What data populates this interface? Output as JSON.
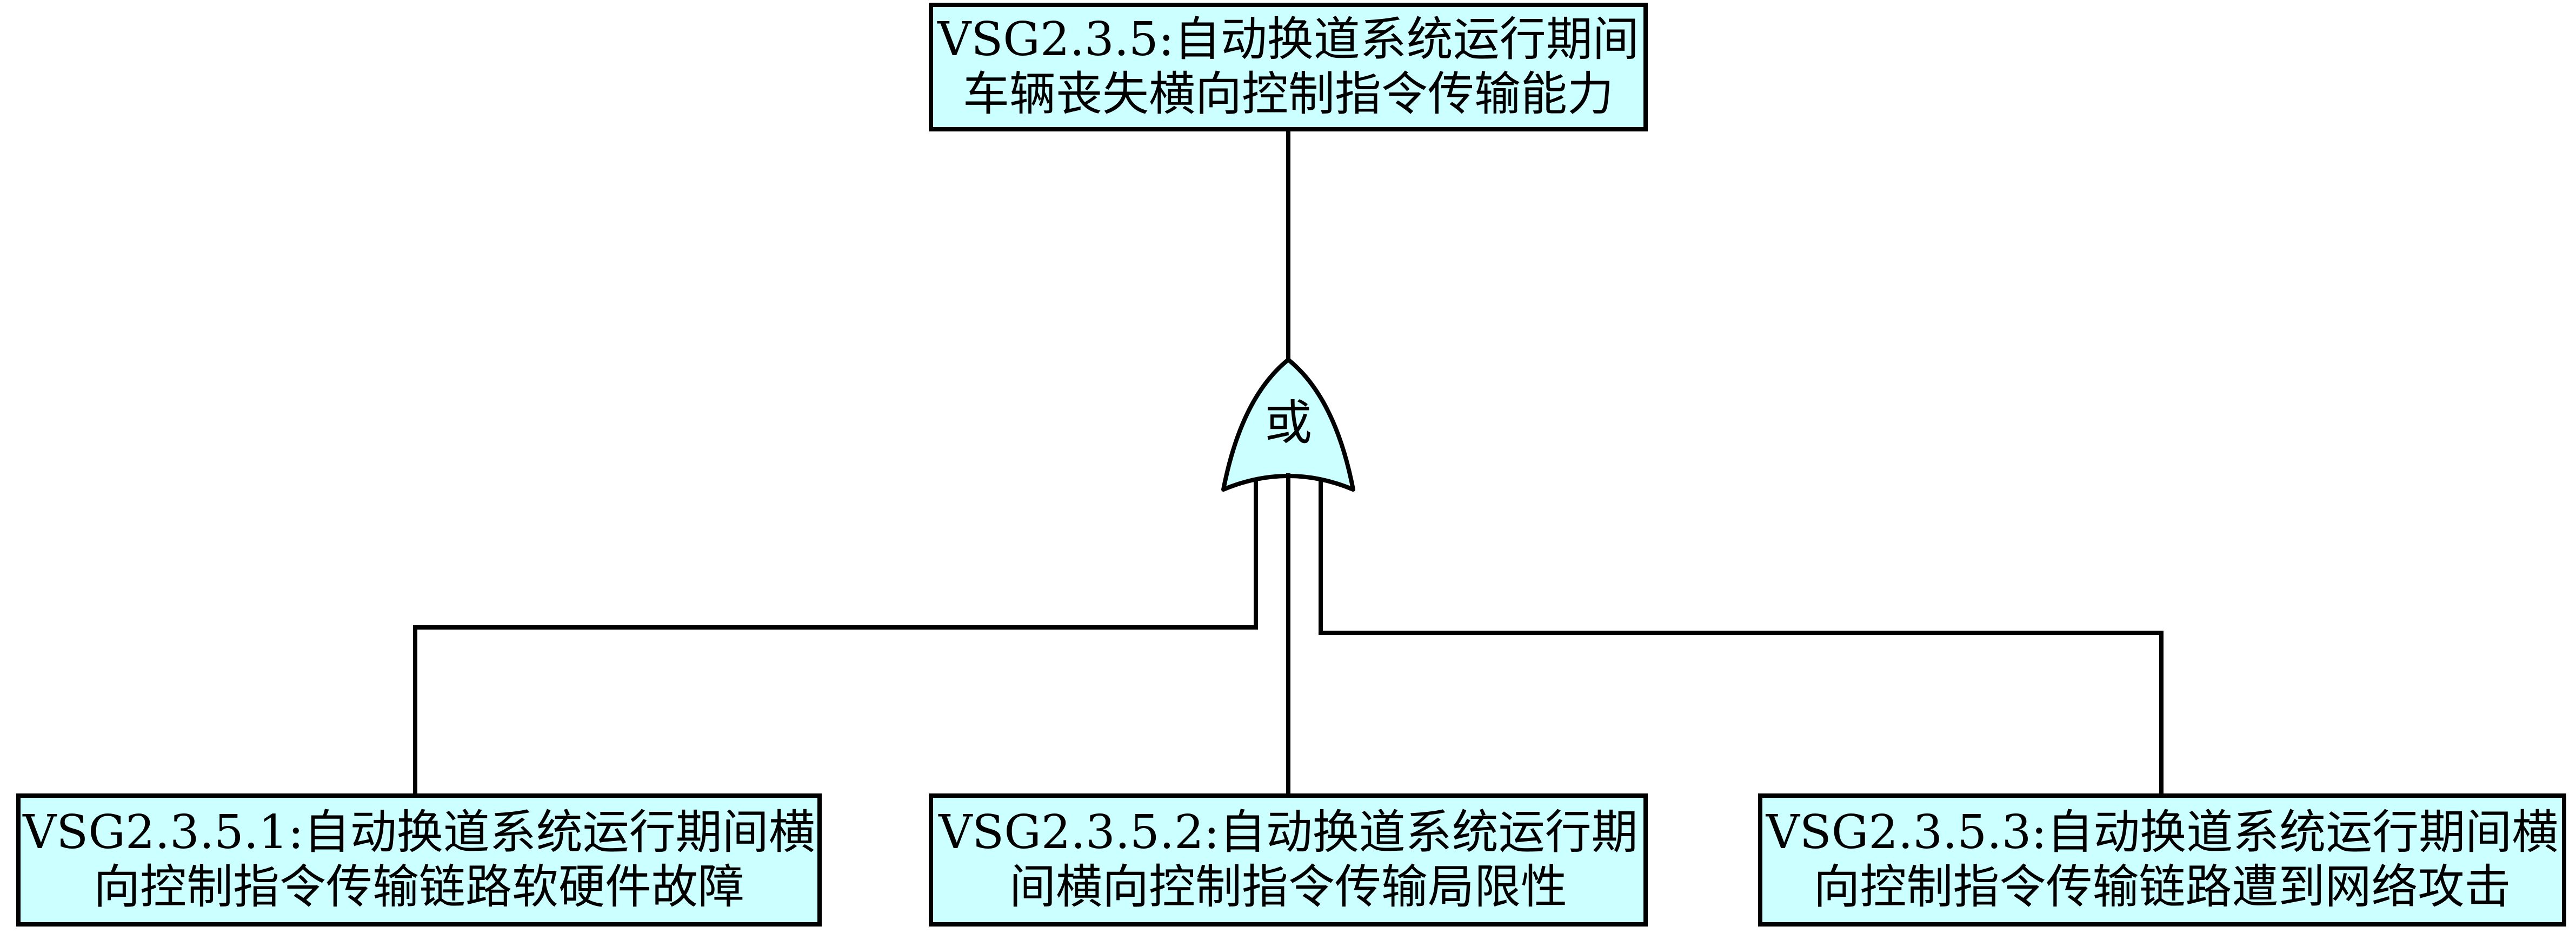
{
  "colors": {
    "box_fill": "#ccffff",
    "stroke": "#000000",
    "background": "#ffffff"
  },
  "top_event": {
    "line1": "VSG2.3.5:自动换道系统运行期间",
    "line2": "车辆丧失横向控制指令传输能力"
  },
  "gate": {
    "type": "OR",
    "label": "或"
  },
  "basic_events": [
    {
      "line1": "VSG2.3.5.1:自动换道系统运行期间横",
      "line2": "向控制指令传输链路软硬件故障"
    },
    {
      "line1": "VSG2.3.5.2:自动换道系统运行期",
      "line2": "间横向控制指令传输局限性"
    },
    {
      "line1": "VSG2.3.5.3:自动换道系统运行期间横",
      "line2": "向控制指令传输链路遭到网络攻击"
    }
  ]
}
